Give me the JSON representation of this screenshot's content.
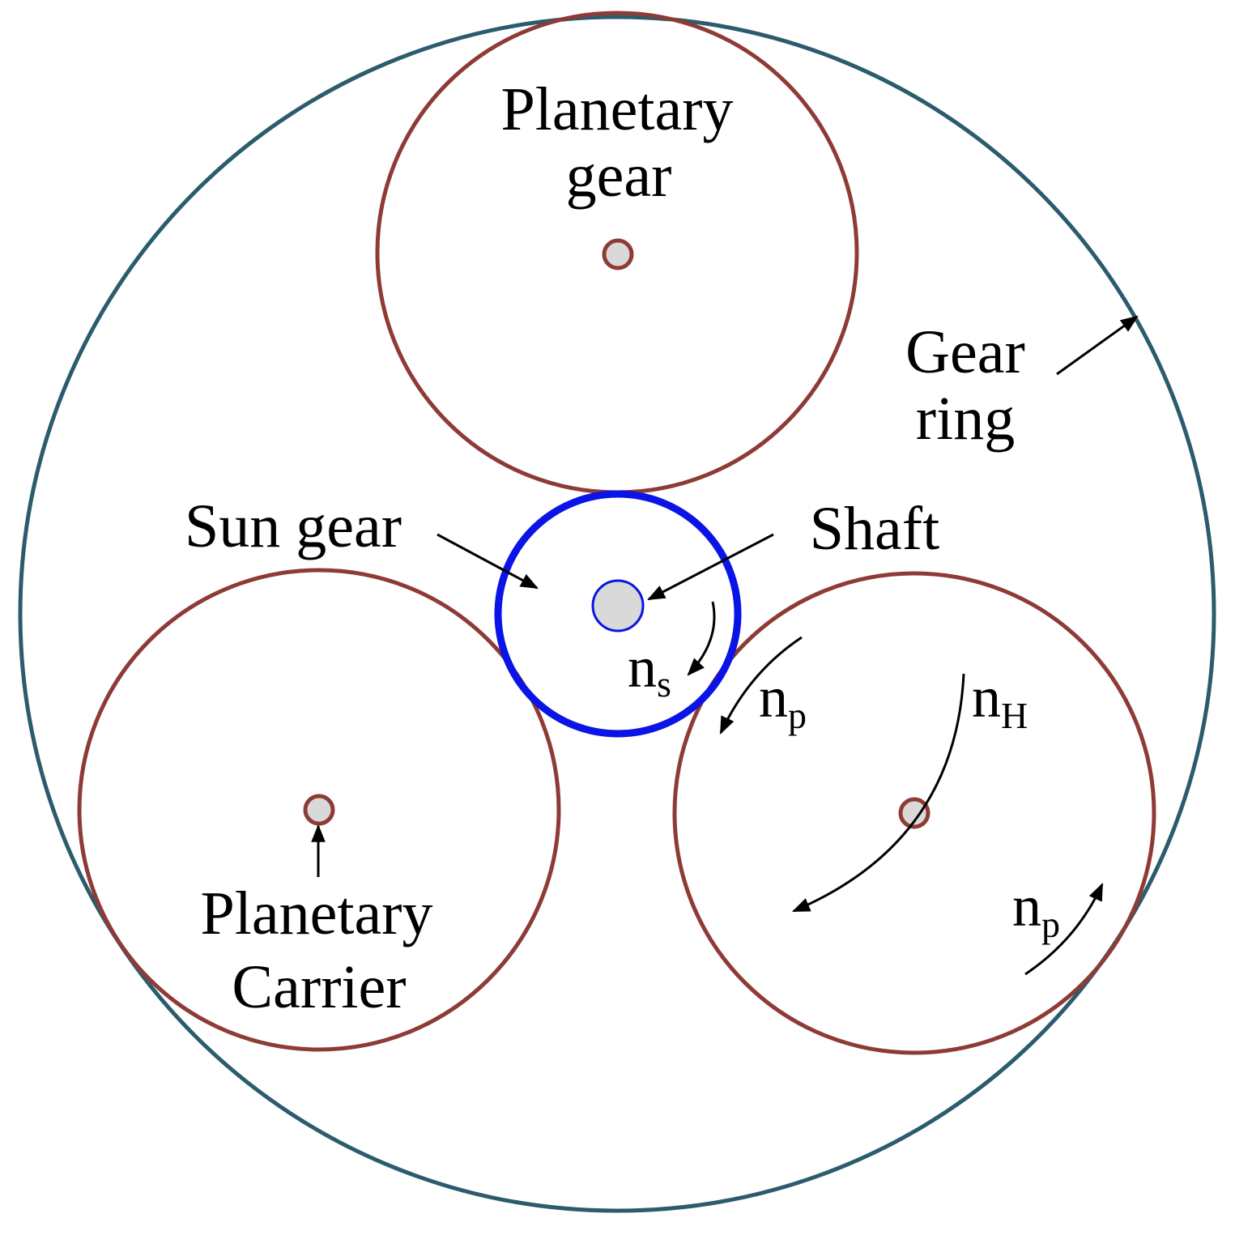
{
  "labels": {
    "planetary_gear_line1": "Planetary",
    "planetary_gear_line2": "gear",
    "gear_ring_line1": "Gear",
    "gear_ring_line2": "ring",
    "sun_gear": "Sun gear",
    "shaft": "Shaft",
    "carrier_line1": "Planetary",
    "carrier_line2": "Carrier"
  },
  "symbols": {
    "ns": {
      "base": "n",
      "sub": "s"
    },
    "np_upper": {
      "base": "n",
      "sub": "p"
    },
    "nH": {
      "base": "n",
      "sub": "H"
    },
    "np_lower": {
      "base": "n",
      "sub": "p"
    }
  },
  "colors": {
    "ring": "#2b5c6e",
    "planet": "#8e3b36",
    "sun": "#0a14e6",
    "hub_fill": "#d9d9d9",
    "arrow": "#000000"
  }
}
